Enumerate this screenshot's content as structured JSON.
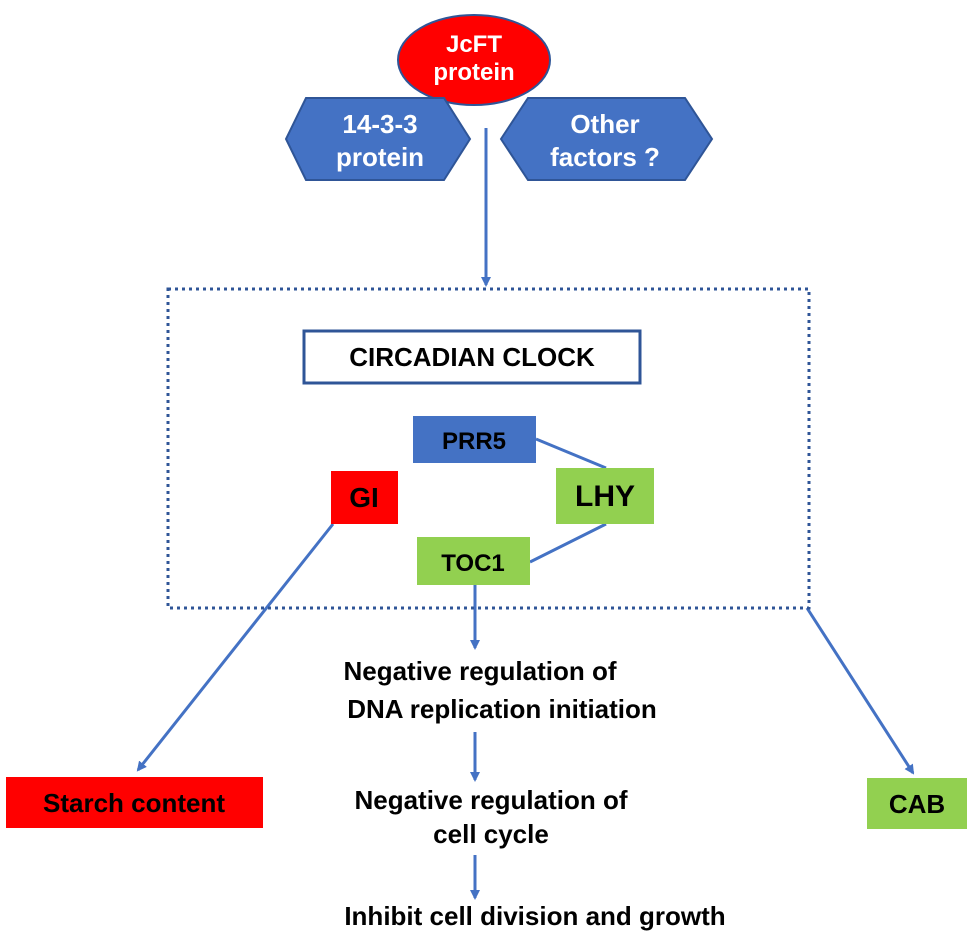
{
  "nodes": {
    "jcft": {
      "line1": "JcFT",
      "line2": "protein"
    },
    "protein1433": {
      "line1": "14-3-3",
      "line2": "protein"
    },
    "other_factors": {
      "line1": "Other",
      "line2": "factors ?"
    },
    "circadian_clock": "CIRCADIAN CLOCK",
    "prr5": "PRR5",
    "gi": "GI",
    "lhy": "LHY",
    "toc1": "TOC1",
    "neg_dna": {
      "line1": "Negative regulation of",
      "line2": "DNA replication initiation"
    },
    "neg_cell_cycle": {
      "line1": "Negative regulation of",
      "line2": "cell cycle"
    },
    "inhibit": "Inhibit cell division and growth",
    "starch": "Starch content",
    "cab": "CAB"
  },
  "colors": {
    "red": "#FF0000",
    "blue": "#4472C4",
    "green": "#92D050",
    "dark_blue": "#2F5597",
    "arrow": "#4472C4"
  }
}
